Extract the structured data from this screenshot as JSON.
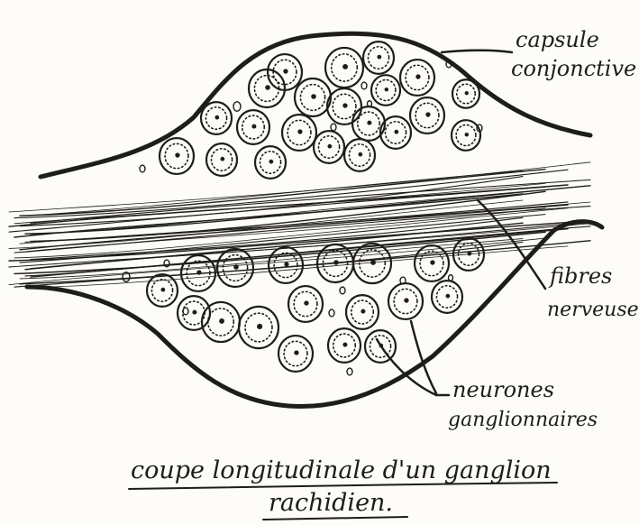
{
  "labels": {
    "capsule_line1": "capsule",
    "capsule_line2": "conjonctive",
    "fibres_line1": "fibres",
    "fibres_line2": "nerveuses",
    "neurones_line1": "neurones",
    "neurones_line2": "ganglionnaires"
  },
  "caption": {
    "line1": "coupe longitudinale d'un ganglion",
    "line2": "rachidien."
  }
}
